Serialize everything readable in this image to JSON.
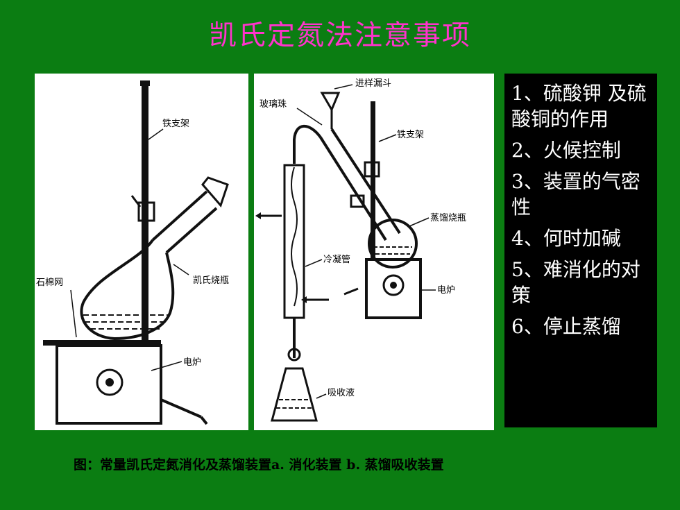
{
  "title": "凯氏定氮法注意事项",
  "panel_a_labels": {
    "stand": "铁支架",
    "flask": "凯氏烧瓶",
    "gauze": "石棉网",
    "stove": "电炉"
  },
  "panel_b_labels": {
    "funnel": "进样漏斗",
    "bead": "玻璃珠",
    "stand": "铁支架",
    "flask": "蒸馏烧瓶",
    "condenser": "冷凝管",
    "stove": "电炉",
    "absorb": "吸收液"
  },
  "notes": [
    "1、硫酸钾 及硫酸铜的作用",
    "2、火候控制",
    "3、装置的气密性",
    "4、何时加碱",
    "5、难消化的对策",
    "6、停止蒸馏"
  ],
  "caption": "图：常量凯氏定氮消化及蒸馏装置a. 消化装置  b. 蒸馏吸收装置",
  "colors": {
    "background": "#0b7d12",
    "title": "#ff33cc",
    "notes_bg": "#000000"
  }
}
